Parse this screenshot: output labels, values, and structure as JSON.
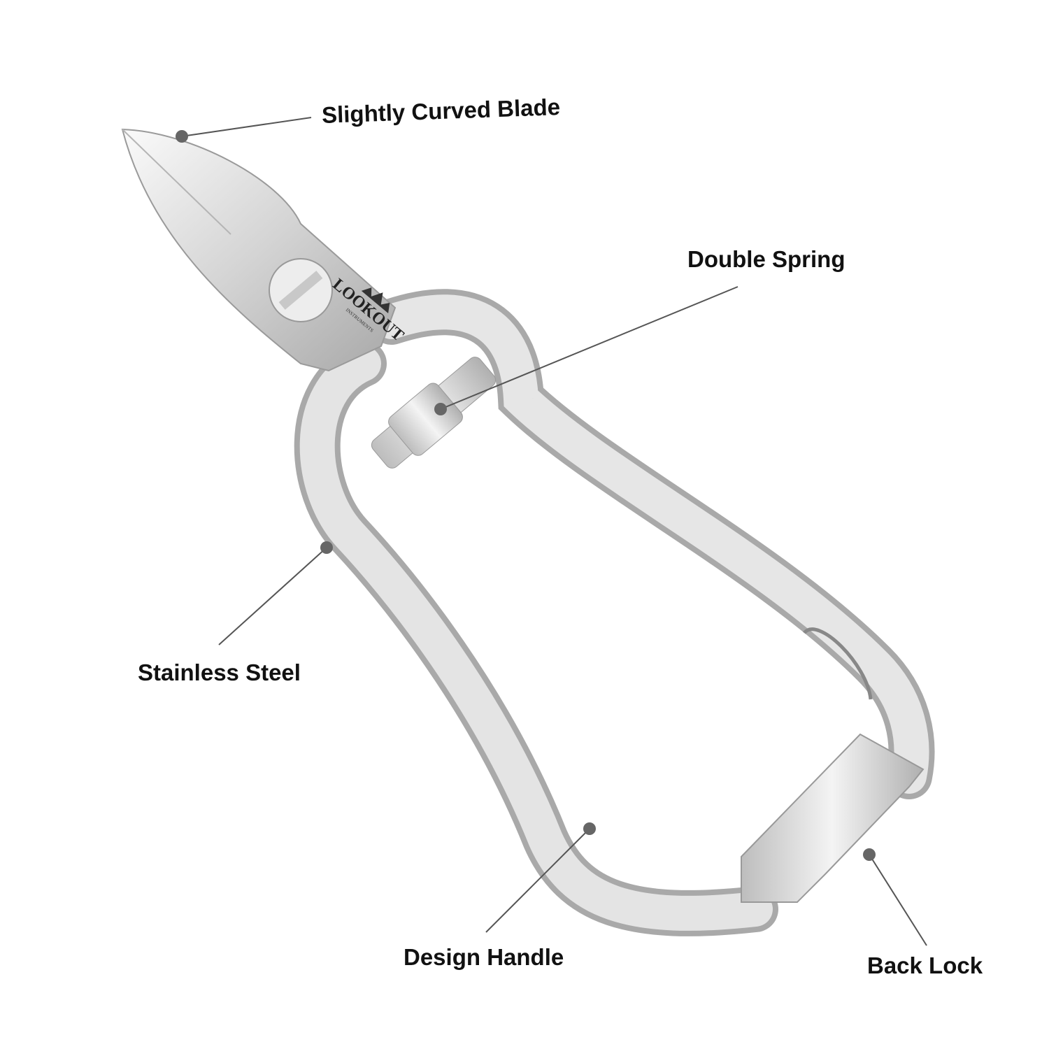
{
  "product": {
    "logo_text": "LOOKOUT",
    "logo_subtext": "INSTRUMENTS"
  },
  "callouts": [
    {
      "id": "blade",
      "label": "Slightly Curved Blade"
    },
    {
      "id": "spring",
      "label": "Double Spring"
    },
    {
      "id": "steel",
      "label": "Stainless Steel"
    },
    {
      "id": "handle",
      "label": "Design Handle"
    },
    {
      "id": "lock",
      "label": "Back Lock"
    }
  ],
  "colors": {
    "callout_line": "#555555",
    "callout_dot": "#666666",
    "text": "#111111",
    "steel_light": "#f2f2f2",
    "steel_dark": "#9a9a9a"
  }
}
